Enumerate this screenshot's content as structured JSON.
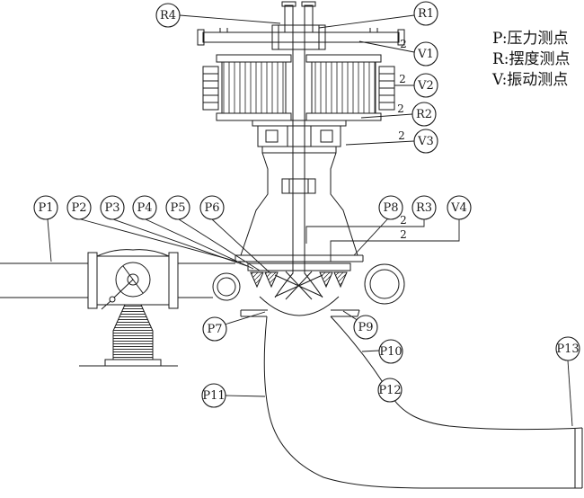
{
  "legend": {
    "p": "P:压力测点",
    "r": "R:摆度测点",
    "v": "V:振动测点"
  },
  "callouts": {
    "R4": "R4",
    "R1": "R1",
    "V1": "V1",
    "V2": "V2",
    "R2": "R2",
    "V3": "V3",
    "P1": "P1",
    "P2": "P2",
    "P3": "P3",
    "P4": "P4",
    "P5": "P5",
    "P6": "P6",
    "P8": "P8",
    "R3": "R3",
    "V4": "V4",
    "P7": "P7",
    "P9": "P9",
    "P10": "P10",
    "P11": "P11",
    "P12": "P12",
    "P13": "P13"
  },
  "quantity_marks": {
    "v1": "2",
    "v2": "2",
    "r2": "2",
    "v3": "2",
    "r3": "2",
    "v4": "2"
  }
}
